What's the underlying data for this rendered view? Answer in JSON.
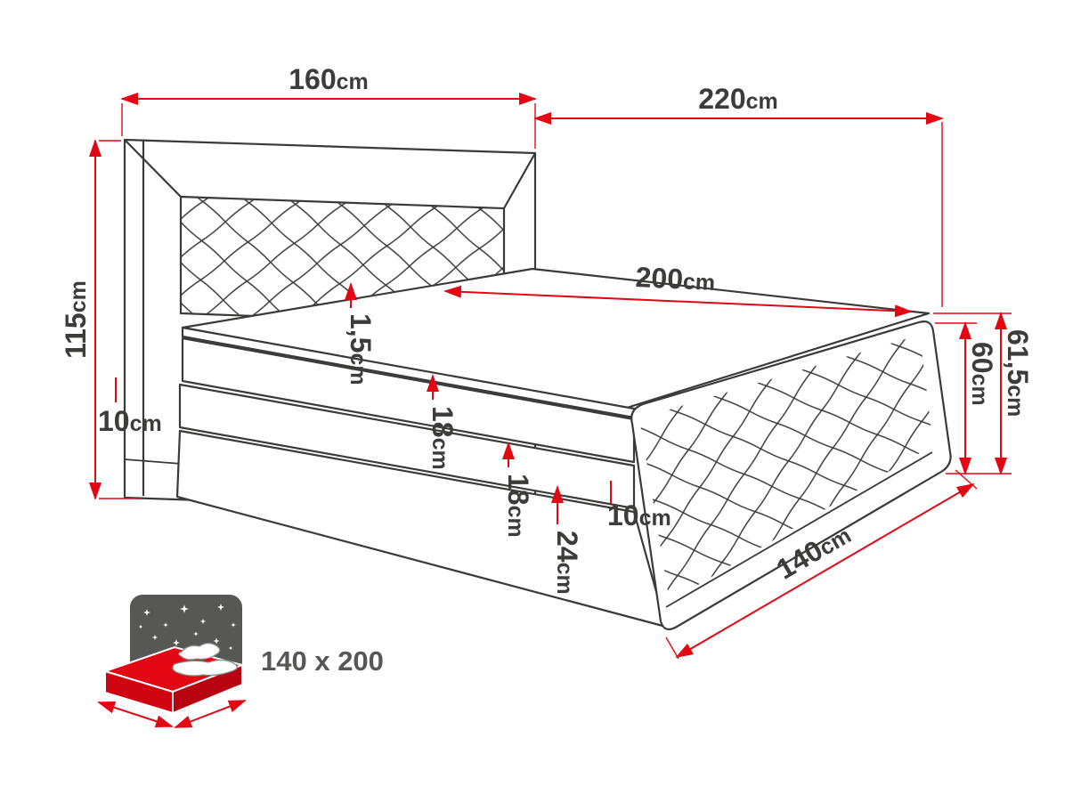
{
  "figure": {
    "type": "technical-dimension-diagram",
    "subject": "boxspring bed with tufted headboard and footboard",
    "colors": {
      "dimension_red": "#e30613",
      "drawing_line": "#3a3a39",
      "label_text": "#3c3c3b",
      "icon_gray": "#575756"
    },
    "dimensions": {
      "headboard_width": {
        "value": "160",
        "unit": "cm"
      },
      "overall_length": {
        "value": "220",
        "unit": "cm"
      },
      "headboard_height": {
        "value": "115",
        "unit": "cm"
      },
      "headboard_base_height": {
        "value": "10",
        "unit": "cm"
      },
      "sleeping_length": {
        "value": "200",
        "unit": "cm"
      },
      "topper_thickness": {
        "value": "1,5",
        "unit": "cm"
      },
      "mattress_thickness": {
        "value": "18",
        "unit": "cm"
      },
      "box_thickness": {
        "value": "18",
        "unit": "cm"
      },
      "base_height": {
        "value": "24",
        "unit": "cm"
      },
      "footboard_base_height": {
        "value": "10",
        "unit": "cm"
      },
      "foot_end_total_height": {
        "value": "61,5",
        "unit": "cm"
      },
      "foot_end_height": {
        "value": "60",
        "unit": "cm"
      },
      "bed_width": {
        "value": "140",
        "unit": "cm"
      }
    },
    "size_icon": {
      "label": "140 x 200"
    }
  }
}
